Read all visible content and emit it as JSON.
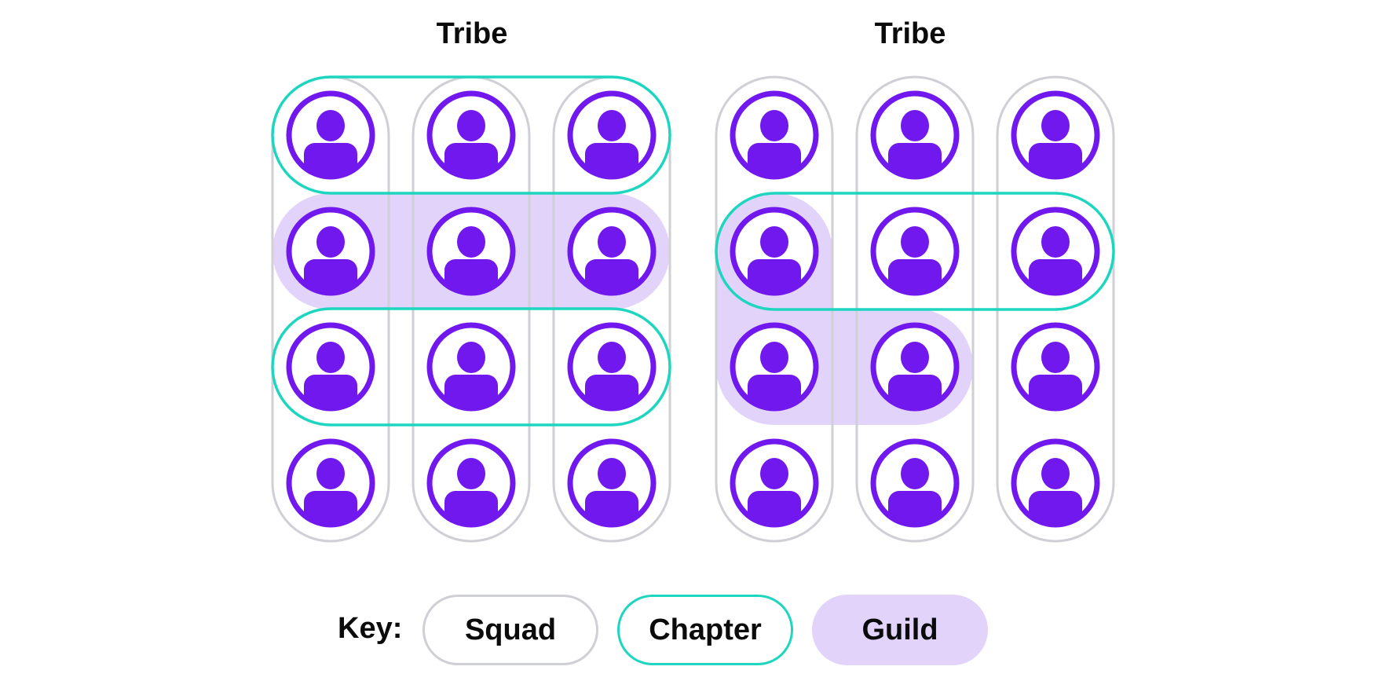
{
  "tribes": [
    {
      "title": "Tribe"
    },
    {
      "title": "Tribe"
    }
  ],
  "key": {
    "label": "Key:",
    "items": [
      {
        "label": "Squad",
        "style": "outline",
        "color": "#cfcfd6"
      },
      {
        "label": "Chapter",
        "style": "outline",
        "color": "#1ed6c0"
      },
      {
        "label": "Guild",
        "style": "fill",
        "color": "#e2d3fb"
      }
    ]
  },
  "colors": {
    "person": "#7018ee",
    "squad": "#cfcfd6",
    "chapter": "#1ed6c0",
    "guild": "#e2d3fb",
    "text": "#0b0b0b"
  },
  "icons": {
    "member": "person-icon"
  },
  "structure": {
    "columns_per_tribe": 3,
    "rows": 4,
    "guilds": [
      {
        "tribe": 1,
        "row": 2,
        "columns": [
          1,
          2,
          3
        ]
      },
      {
        "tribe": 2,
        "row": 2,
        "columns": [
          1
        ]
      },
      {
        "tribe": 2,
        "row": 3,
        "columns": [
          1,
          2
        ]
      }
    ],
    "chapters": [
      {
        "tribe": 1,
        "row": 1,
        "columns": [
          1,
          2,
          3
        ]
      },
      {
        "tribe": 1,
        "row": 3,
        "columns": [
          1,
          2,
          3
        ]
      },
      {
        "tribe": 2,
        "row": 2,
        "columns": [
          1,
          2,
          3
        ]
      }
    ]
  }
}
